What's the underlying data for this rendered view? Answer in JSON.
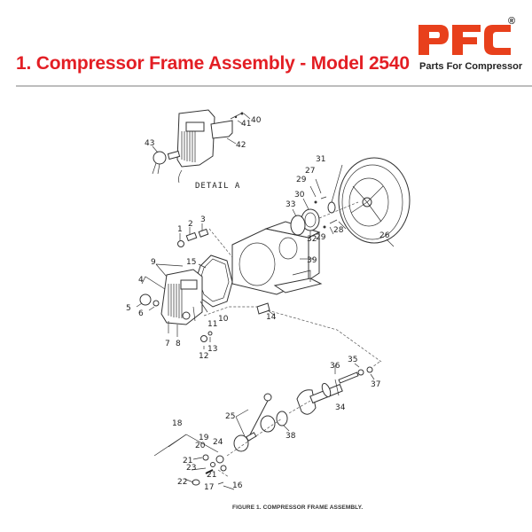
{
  "header": {
    "title": "1. Compressor Frame Assembly - Model 2540",
    "brand": {
      "logo_text": "PFC",
      "registered_mark": "®",
      "tagline": "Parts For Compressor",
      "color": "#e8401c"
    },
    "title_color": "#e31e24"
  },
  "diagram": {
    "detail_label": "DETAIL  A",
    "caption": "FIGURE 1.  COMPRESSOR FRAME ASSEMBLY.",
    "callouts": {
      "c1": "1",
      "c2": "2",
      "c3": "3",
      "c4": "4",
      "c5": "5",
      "c6": "6",
      "c7": "7",
      "c8": "8",
      "c9": "9",
      "c10": "10",
      "c11": "11",
      "c12": "12",
      "c13": "13",
      "c14": "14",
      "c15": "15",
      "c16": "16",
      "c17": "17",
      "c18": "18",
      "c19": "19",
      "c20": "20",
      "c21a": "21",
      "c21b": "21",
      "c22": "22",
      "c23": "23",
      "c24": "24",
      "c25": "25",
      "c26": "26",
      "c27": "27",
      "c28": "28",
      "c29a": "29",
      "c29b": "29",
      "c30": "30",
      "c31": "31",
      "c32": "32",
      "c33": "33",
      "c34": "34",
      "c35": "35",
      "c36": "36",
      "c37": "37",
      "c38": "38",
      "c39": "39",
      "c40": "40",
      "c41": "41",
      "c42": "42",
      "c43": "43"
    }
  }
}
